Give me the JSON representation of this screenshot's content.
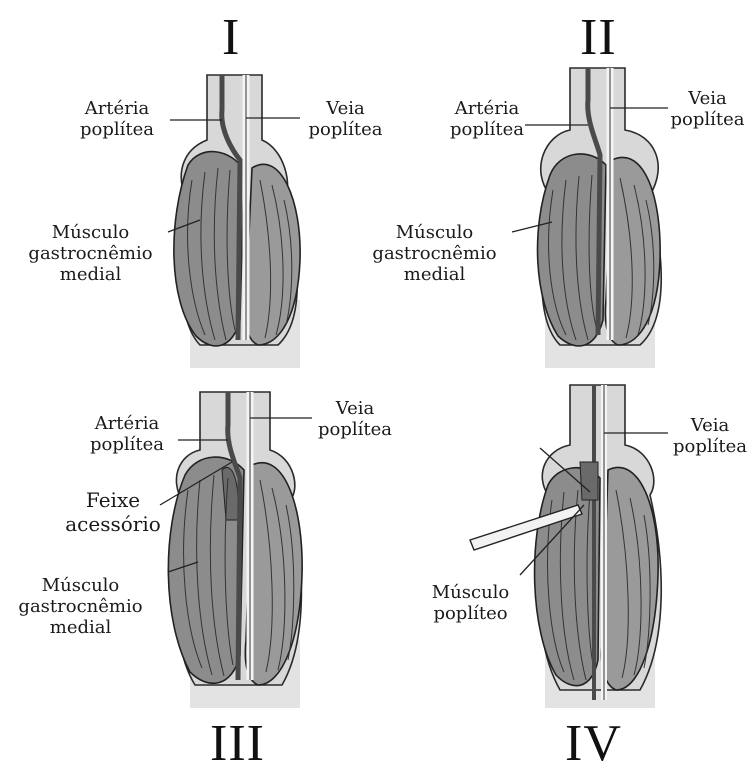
{
  "panels": [
    {
      "numeral": "I",
      "labels": {
        "arteria": [
          "Artéria",
          "poplítea"
        ],
        "veia": [
          "Veia",
          "poplítea"
        ],
        "musculo": [
          "Músculo",
          "gastrocnêmio",
          "medial"
        ]
      }
    },
    {
      "numeral": "II",
      "labels": {
        "arteria": [
          "Artéria",
          "poplítea"
        ],
        "veia": [
          "Veia",
          "poplítea"
        ],
        "musculo": [
          "Músculo",
          "gastrocnêmio",
          "medial"
        ]
      }
    },
    {
      "numeral": "III",
      "labels": {
        "arteria": [
          "Artéria",
          "poplítea"
        ],
        "veia": [
          "Veia",
          "poplítea"
        ],
        "feixe": [
          "Feixe",
          "acessório"
        ],
        "musculo": [
          "Músculo",
          "gastrocnêmio",
          "medial"
        ]
      }
    },
    {
      "numeral": "IV",
      "labels": {
        "veia": [
          "Veia",
          "poplítea"
        ],
        "popliteo": [
          "Músculo",
          "poplíteo"
        ]
      }
    }
  ],
  "colors": {
    "muscle": "#8a8a8a",
    "muscle_fibers": "#3a3a3a",
    "bone": "#dcdcdc",
    "outline": "#2a2a2a",
    "artery": "#5a5a5a"
  }
}
